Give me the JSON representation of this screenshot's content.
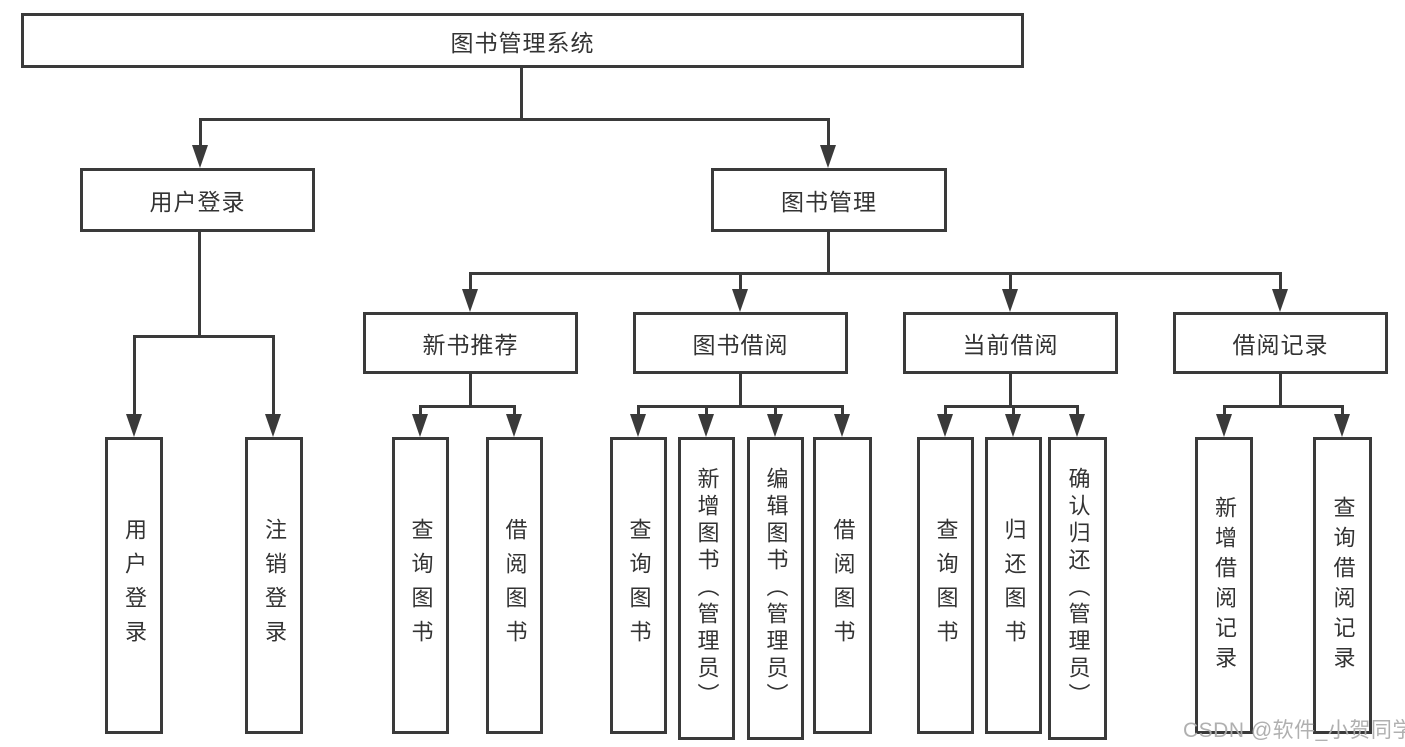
{
  "diagram": {
    "title": "图书管理系统",
    "root": {
      "label": "图书管理系统"
    },
    "level2": [
      {
        "label": "用户登录"
      },
      {
        "label": "图书管理"
      }
    ],
    "level3": [
      {
        "label": "新书推荐"
      },
      {
        "label": "图书借阅"
      },
      {
        "label": "当前借阅"
      },
      {
        "label": "借阅记录"
      }
    ],
    "leaves": [
      {
        "label": "用户登录",
        "parent": "用户登录"
      },
      {
        "label": "注销登录",
        "parent": "用户登录"
      },
      {
        "label": "查询图书",
        "parent": "新书推荐"
      },
      {
        "label": "借阅图书",
        "parent": "新书推荐"
      },
      {
        "label": "查询图书",
        "parent": "图书借阅"
      },
      {
        "label": "新增图书（管理员）",
        "parent": "图书借阅"
      },
      {
        "label": "编辑图书（管理员）",
        "parent": "图书借阅"
      },
      {
        "label": "借阅图书",
        "parent": "图书借阅"
      },
      {
        "label": "查询图书",
        "parent": "当前借阅"
      },
      {
        "label": "归还图书",
        "parent": "当前借阅"
      },
      {
        "label": "确认归还（管理员）",
        "parent": "当前借阅"
      },
      {
        "label": "新增借阅记录",
        "parent": "借阅记录"
      },
      {
        "label": "查询借阅记录",
        "parent": "借阅记录"
      }
    ]
  },
  "watermark": "CSDN @软件_小贺同学",
  "colors": {
    "line": "#3a3a3a",
    "text": "#333333",
    "watermark": "#acacac"
  }
}
